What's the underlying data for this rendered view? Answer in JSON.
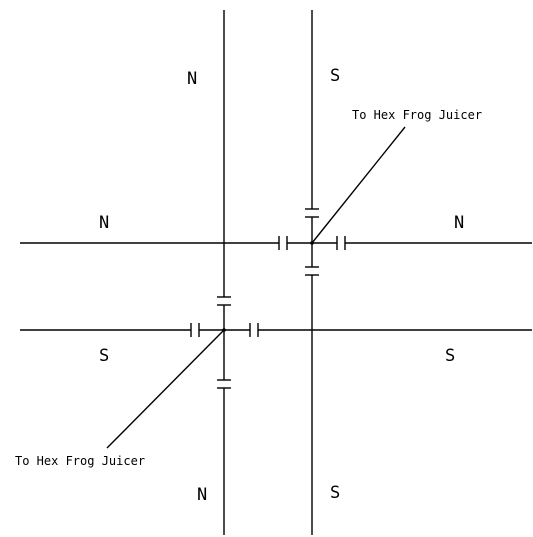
{
  "labels": {
    "pole_top_left": "N",
    "pole_top_right": "S",
    "pole_mid_left": "N",
    "pole_mid_right": "N",
    "pole_low_left": "S",
    "pole_low_right": "S",
    "pole_bottom_left": "N",
    "pole_bottom_right": "S",
    "juicer_top": "To Hex Frog Juicer",
    "juicer_bottom": "To Hex Frog Juicer"
  },
  "colors": {
    "line": "#000000",
    "background": "#ffffff"
  }
}
